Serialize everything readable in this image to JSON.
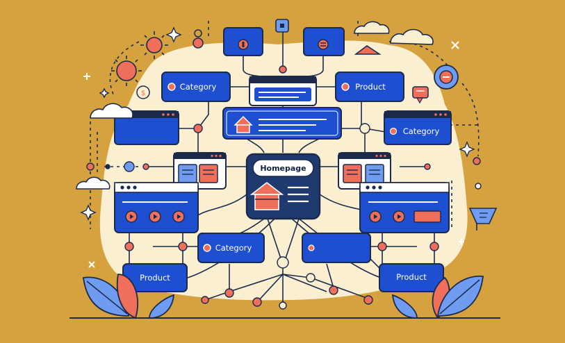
{
  "colors": {
    "background": "#d6a23f",
    "blob": "#fbefd2",
    "node_blue": "#1f4fd1",
    "outline": "#1b2a4a",
    "accent_red": "#ef6f5a",
    "light_blue": "#6f9cf0",
    "white": "#ffffff"
  },
  "nodes": {
    "homepage": {
      "label": "Homepage"
    },
    "category_top_left": {
      "label": "Category"
    },
    "product_top_right": {
      "label": "Product"
    },
    "category_right": {
      "label": "Category"
    },
    "category_bottom": {
      "label": "Category"
    },
    "product_bottom_left": {
      "label": "Product"
    },
    "product_bottom_right": {
      "label": "Product"
    }
  },
  "icons": [
    "house-icon",
    "sun-icon",
    "cloud-icon",
    "leaf-icon",
    "sparkle-icon",
    "play-icon",
    "chat-bubble-icon",
    "flag-icon",
    "minus-icon"
  ]
}
